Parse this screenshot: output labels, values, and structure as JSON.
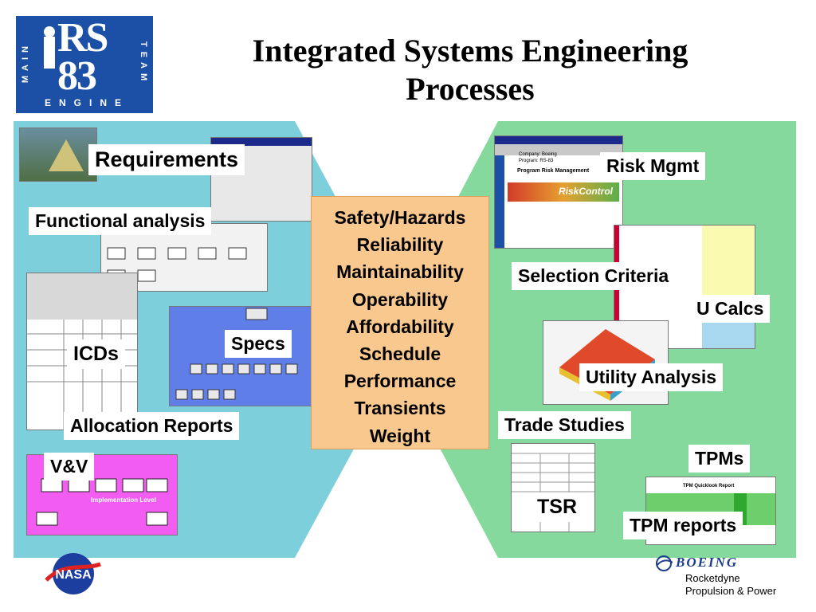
{
  "title_line1": "Integrated Systems Engineering",
  "title_line2": "Processes",
  "logo": {
    "top": "RS",
    "bottom": "83",
    "left_side": "MAIN",
    "right_side": "TEAM",
    "footer": "ENGINE"
  },
  "left_labels": {
    "requirements": "Requirements",
    "functional_analysis": "Functional analysis",
    "icds": "ICDs",
    "specs": "Specs",
    "allocation_reports": "Allocation Reports",
    "vv": "V&V"
  },
  "right_labels": {
    "risk_mgmt": "Risk Mgmt",
    "selection_criteria": "Selection Criteria",
    "u_calcs": "U Calcs",
    "utility_analysis": "Utility Analysis",
    "trade_studies": "Trade Studies",
    "tpms": "TPMs",
    "tsr": "TSR",
    "tpm_reports": "TPM reports"
  },
  "center_items": [
    "Safety/Hazards",
    "Reliability",
    "Maintainability",
    "Operability",
    "Affordability",
    "Schedule",
    "Performance",
    "Transients",
    "Weight"
  ],
  "risk_screen": {
    "heading": "Program Risk Management",
    "company": "Company: Boeing",
    "program": "Program: RS-83",
    "brand": "RiskControl"
  },
  "vv_screen": {
    "level": "Implementation Level"
  },
  "tpm_screen": {
    "title": "TPM Quicklook Report"
  },
  "footer": {
    "boeing": "BOEING",
    "line1": "Rocketdyne",
    "line2": "Propulsion & Power",
    "nasa": "NASA"
  },
  "colors": {
    "left_panel": "#7ecfdc",
    "right_panel": "#86d99c",
    "center_box": "#f9c88e",
    "logo": "#1c4fa6"
  }
}
